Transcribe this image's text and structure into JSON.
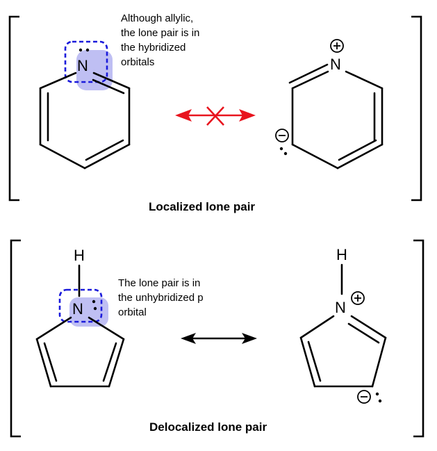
{
  "top": {
    "note_lines": [
      "Although allylic,",
      "the lone pair is in",
      "the hybridized",
      "orbitals"
    ],
    "caption": "Localized lone pair",
    "left_atom": "N",
    "right_atom": "N"
  },
  "bottom": {
    "note_lines": [
      "The lone pair is in",
      "the unhybridized p",
      "orbital"
    ],
    "caption": "Delocalized lone pair",
    "left_atom": "N",
    "left_h": "H",
    "right_atom": "N",
    "right_h": "H"
  },
  "colors": {
    "forbidden_arrow": "#e8141e",
    "resonance_arrow": "#000000",
    "highlight_box": "#1a1adb",
    "orbital_fill": "#a9a9ef"
  }
}
